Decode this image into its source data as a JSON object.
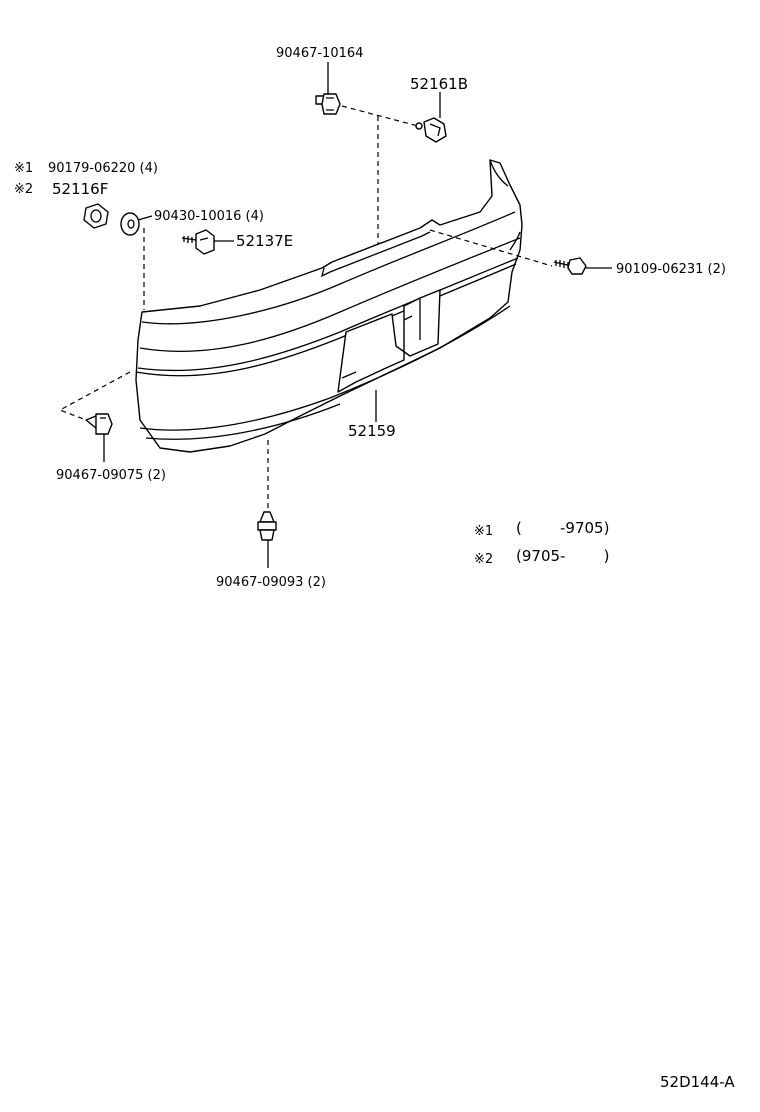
{
  "parts": {
    "clip_top": "90467-10164",
    "bracket_top": "52161B",
    "nut_note1": "90179-06220 (4)",
    "nut_note2": "52116F",
    "washer": "90430-10016 (4)",
    "retainer_left": "52137E",
    "bolt_right": "90109-06231 (2)",
    "bumper_cover": "52159",
    "clip_left": "90467-09075 (2)",
    "clip_bottom": "90467-09093 (2)"
  },
  "notes": {
    "mark1": "※1",
    "mark2": "※2",
    "note1_range": "(        -9705)",
    "note2_range": "(9705-        )"
  },
  "diagram_code": "52D144-A"
}
